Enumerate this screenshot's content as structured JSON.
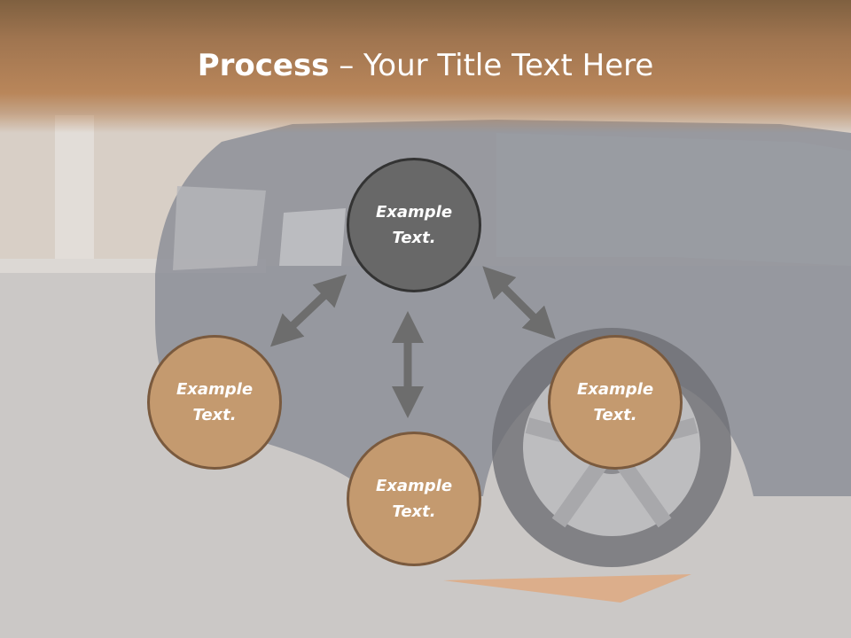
{
  "title": {
    "bold": "Process",
    "rest": " – Your Title Text Here"
  },
  "nodes": [
    {
      "line1": "Example",
      "line2": "Text."
    },
    {
      "line1": "Example",
      "line2": "Text."
    },
    {
      "line1": "Example",
      "line2": "Text."
    },
    {
      "line1": "Example",
      "line2": "Text."
    }
  ],
  "colors": {
    "header": "#b9865a",
    "node": "#c49a6f",
    "node_border": "#7a5a3e",
    "center_node": "#686868",
    "arrow": "#6d6d6d"
  }
}
